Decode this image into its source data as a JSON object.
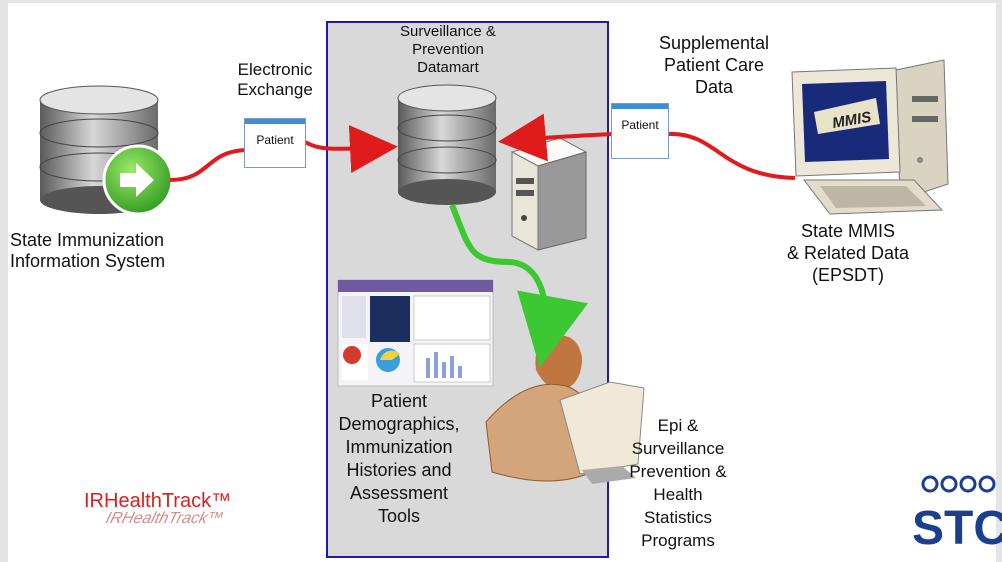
{
  "labels": {
    "electronic_exchange": "Electronic\nExchange",
    "datamart": "Surveillance &\nPrevention\nDatamart",
    "supplemental": "Supplemental\nPatient Care\nData",
    "state_immunization": "State Immunization\nInformation System",
    "state_mmis": "State MMIS\n& Related Data\n(EPSDT)",
    "patient_tools": "Patient\nDemographics,\nImmunization\nHistories and\nAssessment\nTools",
    "epi_programs": "Epi &\nSurveillance\nPrevention &\nHealth\nStatistics\nPrograms"
  },
  "tags": {
    "left_patient": "Patient",
    "right_patient": "Patient"
  },
  "monitor_label": "MMIS",
  "brand": {
    "name": "IRHealthTrack™",
    "shadow": "IRHealthTrack™",
    "logo_text": "STC"
  },
  "colors": {
    "connector": "#e01b1b",
    "flow_arrow": "#3cc832",
    "panel_border": "#1c1ca8",
    "brand": "#d42020",
    "stc_logo": "#1b3f8f"
  }
}
